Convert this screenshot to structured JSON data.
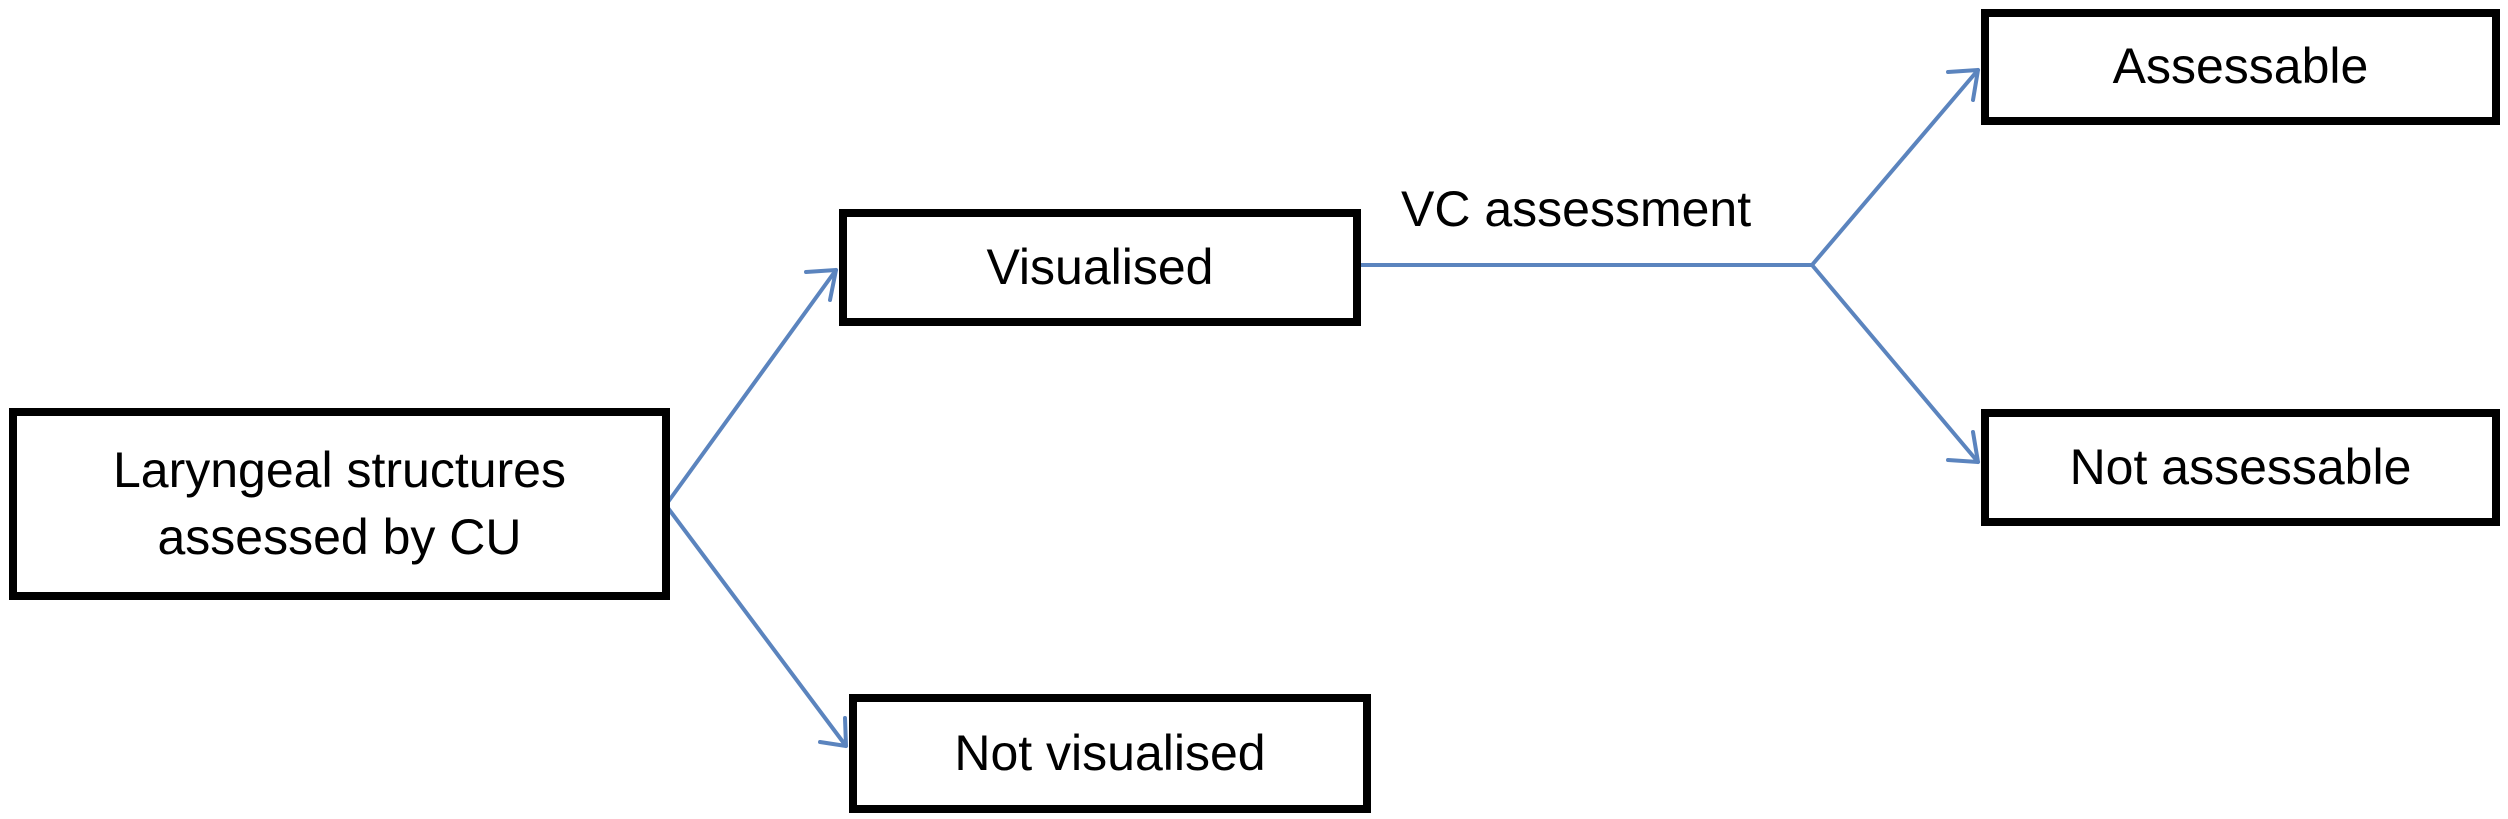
{
  "nodes": {
    "root": {
      "line1": "Laryngeal structures",
      "line2": "assessed by CU"
    },
    "visualised": {
      "label": "Visualised"
    },
    "not_visualised": {
      "label": "Not visualised"
    },
    "assessable": {
      "label": "Assessable"
    },
    "not_assessable": {
      "label": "Not assessable"
    }
  },
  "edge_labels": {
    "vc_assessment": "VC assessment"
  },
  "colors": {
    "arrow": "#5b84be",
    "box_border": "#000000"
  }
}
